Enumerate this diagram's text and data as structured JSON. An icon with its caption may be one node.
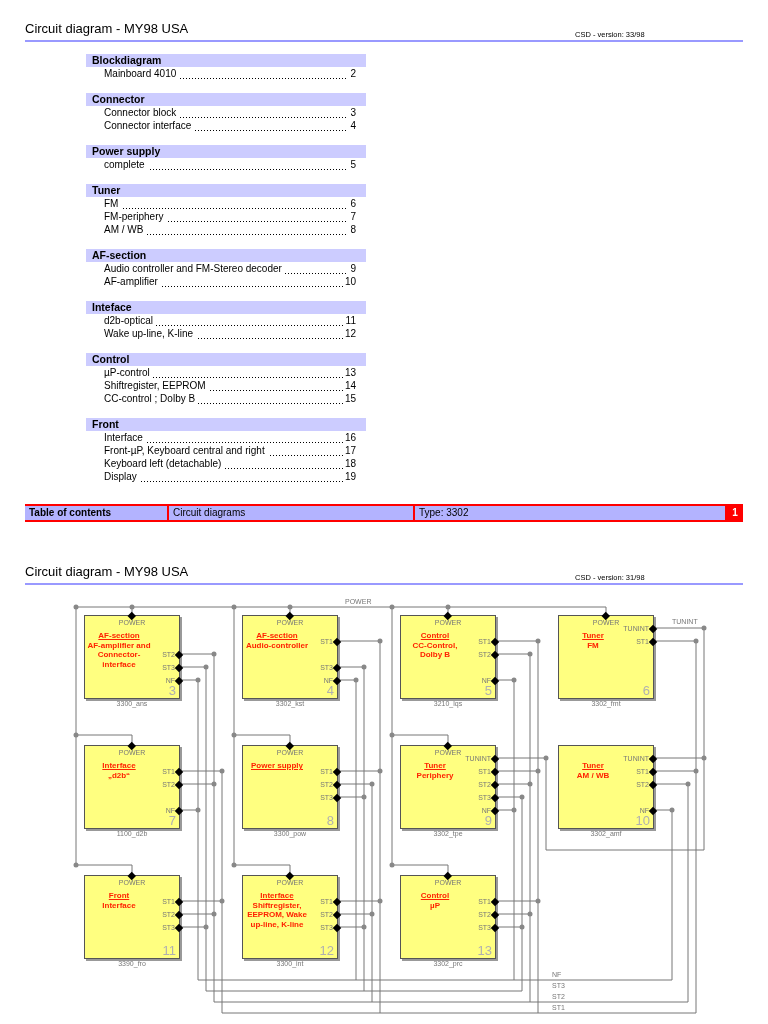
{
  "diagram": {
    "nodes": [
      {
        "text": [
          "Blockdiagram"
        ]
      },
      {
        "text": [
          "Connector"
        ]
      },
      {
        "text": [
          "Power supply"
        ]
      },
      {
        "text": [
          "Tuner"
        ]
      },
      {
        "text": [
          "AF-section"
        ]
      },
      {
        "text": [
          "Inteface"
        ]
      },
      {
        "text": [
          "Control"
        ]
      },
      {
        "text": [
          "Front"
        ]
      },
      {
        "text": [
          "Table of contents"
        ]
      },
      {
        "text": [
          "Circuit diagrams"
        ]
      },
      {
        "text": [
          "Type: 3302"
        ]
      },
      {
        "text": [
          "1"
        ]
      },
      {
        "text": [
          "AF-section",
          "AF-amplifier and Connector-interface",
          "3"
        ],
        "beside": [
          "3300_ans"
        ]
      },
      {
        "text": [
          "POWER"
        ],
        "in": 12
      },
      {
        "text": [
          "ST2"
        ],
        "in": 12
      },
      {
        "text": [
          "ST3"
        ],
        "in": 12
      },
      {
        "text": [
          "NF"
        ],
        "in": 12
      },
      {
        "text": [
          "AF-section",
          "Audio-controller",
          "4"
        ],
        "beside": [
          "3302_kst"
        ]
      },
      {
        "text": [
          "POWER"
        ],
        "in": 17
      },
      {
        "text": [
          "ST1"
        ],
        "in": 17
      },
      {
        "text": [
          "ST3"
        ],
        "in": 17
      },
      {
        "text": [
          "NF"
        ],
        "in": 17
      },
      {
        "text": [
          "Control",
          "CC-Control, Dolby B",
          "5"
        ],
        "beside": [
          "3210_lqs"
        ]
      },
      {
        "text": [
          "POWER"
        ],
        "in": 22
      },
      {
        "text": [
          "ST1"
        ],
        "in": 22
      },
      {
        "text": [
          "ST2"
        ],
        "in": 22
      },
      {
        "text": [
          "NF"
        ],
        "in": 22
      },
      {
        "text": [
          "Tuner",
          "FM",
          "6"
        ],
        "beside": [
          "3302_fmt"
        ]
      },
      {
        "text": [
          "POWER"
        ],
        "in": 27
      },
      {
        "text": [
          "TUNINT"
        ],
        "in": 27
      },
      {
        "text": [
          "ST1"
        ],
        "in": 27
      },
      {
        "text": [
          "Interface",
          "„d2b“",
          "7"
        ],
        "beside": [
          "1100_d2b"
        ]
      },
      {
        "text": [
          "POWER"
        ],
        "in": 31
      },
      {
        "text": [
          "ST1"
        ],
        "in": 31
      },
      {
        "text": [
          "ST2"
        ],
        "in": 31
      },
      {
        "text": [
          "NF"
        ],
        "in": 31
      },
      {
        "text": [
          "Power supply",
          "8"
        ],
        "beside": [
          "3300_pow"
        ]
      },
      {
        "text": [
          "POWER"
        ],
        "in": 36
      },
      {
        "text": [
          "ST1"
        ],
        "in": 36
      },
      {
        "text": [
          "ST2"
        ],
        "in": 36
      },
      {
        "text": [
          "ST3"
        ],
        "in": 36
      },
      {
        "text": [
          "Tuner",
          "Periphery",
          "9"
        ],
        "beside": [
          "3302_tpe"
        ]
      },
      {
        "text": [
          "POWER"
        ],
        "in": 41
      },
      {
        "text": [
          "TUNINT"
        ],
        "in": 41
      },
      {
        "text": [
          "ST1"
        ],
        "in": 41
      },
      {
        "text": [
          "ST2"
        ],
        "in": 41
      },
      {
        "text": [
          "ST3"
        ],
        "in": 41
      },
      {
        "text": [
          "NF"
        ],
        "in": 41
      },
      {
        "text": [
          "Tuner",
          "AM / WB",
          "10"
        ],
        "beside": [
          "3302_amf"
        ]
      },
      {
        "text": [
          "TUNINT"
        ],
        "in": 48
      },
      {
        "text": [
          "ST1"
        ],
        "in": 48
      },
      {
        "text": [
          "ST2"
        ],
        "in": 48
      },
      {
        "text": [
          "NF"
        ],
        "in": 48
      },
      {
        "text": [
          "Front",
          "Interface",
          "11"
        ],
        "beside": [
          "3390_fro"
        ]
      },
      {
        "text": [
          "POWER"
        ],
        "in": 53
      },
      {
        "text": [
          "ST1"
        ],
        "in": 53
      },
      {
        "text": [
          "ST2"
        ],
        "in": 53
      },
      {
        "text": [
          "ST3"
        ],
        "in": 53
      },
      {
        "text": [
          "Interface",
          "Shiftregister, EEPROM, Wake up-line, K-line",
          "12"
        ],
        "beside": [
          "3300_int"
        ]
      },
      {
        "text": [
          "POWER"
        ],
        "in": 58
      },
      {
        "text": [
          "ST1"
        ],
        "in": 58
      },
      {
        "text": [
          "ST2"
        ],
        "in": 58
      },
      {
        "text": [
          "ST3"
        ],
        "in": 58
      },
      {
        "text": [
          "Control",
          "µP",
          "13"
        ],
        "beside": [
          "3302_prc"
        ]
      },
      {
        "text": [
          "POWER"
        ],
        "in": 63
      },
      {
        "text": [
          "ST1"
        ],
        "in": 63
      },
      {
        "text": [
          "ST2"
        ],
        "in": 63
      },
      {
        "text": [
          "ST3"
        ],
        "in": 63
      }
    ],
    "labels": [
      "Circuit diagram - MY98 USA",
      "CSD - version: 33/98",
      "Mainboard 4010",
      "2",
      "Connector block",
      "3",
      "Connector interface",
      "4",
      "complete",
      "5",
      "FM",
      "6",
      "FM-periphery",
      "7",
      "AM / WB",
      "8",
      "Audio controller and FM-Stereo decoder",
      "9",
      "AF-amplifier",
      "10",
      "d2b-optical",
      "11",
      "Wake up-line, K-line",
      "12",
      "µP-control",
      "13",
      "Shiftregister, EEPROM",
      "14",
      "CC-control ; Dolby B",
      "15",
      "Interface",
      "16",
      "Front-µP, Keyboard central and right",
      "17",
      "Keyboard left (detachable)",
      "18",
      "Display",
      "19",
      "Circuit diagram - MY98 USA",
      "CSD - version: 31/98",
      "POWER",
      "TUNINT",
      "NF",
      "ST3",
      "ST2",
      "ST1"
    ]
  }
}
